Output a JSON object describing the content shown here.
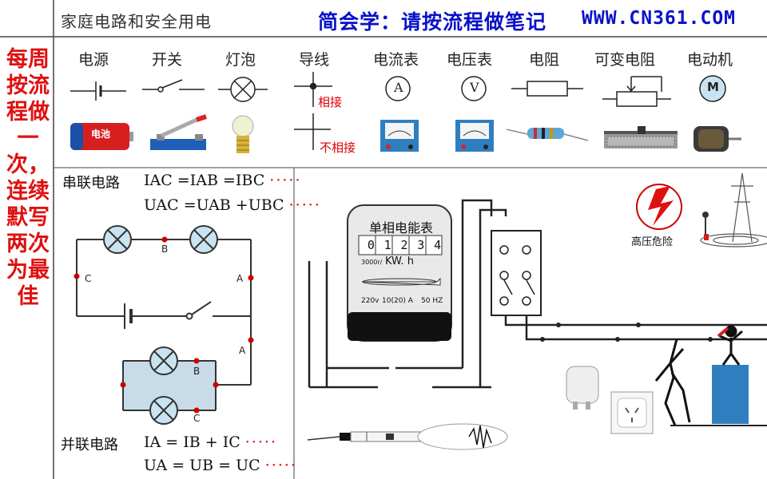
{
  "header": {
    "topic": "家庭电路和安全用电",
    "slogan": "简会学：请按流程做笔记",
    "url": "WWW.CN361.COM"
  },
  "sidebar": {
    "text": "每周按流程做一次，连续默写两次为最佳"
  },
  "symbols": [
    {
      "label": "电源"
    },
    {
      "label": "开关"
    },
    {
      "label": "灯泡"
    },
    {
      "label": "导线"
    },
    {
      "label": "电流表",
      "glyph": "A"
    },
    {
      "label": "电压表",
      "glyph": "V"
    },
    {
      "label": "电阻"
    },
    {
      "label": "可变电阻"
    },
    {
      "label": "电动机",
      "glyph": "M"
    }
  ],
  "wire_notes": {
    "connected": "相接",
    "not_connected": "不相接"
  },
  "battery_label": "电池",
  "series": {
    "title": "串联电路",
    "line1": "IAC =IAB =IBC",
    "line2": "UAC =UAB +UBC",
    "dots": "·····",
    "pt_b": "B",
    "pt_c": "C",
    "pt_a": "A"
  },
  "parallel": {
    "title": "并联电路",
    "line1": "IA = IB + IC",
    "line2": "UA = UB = UC",
    "dots": "·····",
    "pt_a": "A",
    "pt_b": "B",
    "pt_c": "C"
  },
  "meter": {
    "title": "单相电能表",
    "digits": [
      "0",
      "1",
      "2",
      "3",
      "4"
    ],
    "unit_prefix": "3000r/",
    "unit": "KW. h",
    "spec_v": "220v",
    "spec_a": "10(20) A",
    "spec_hz": "50 HZ"
  },
  "warning": {
    "label": "高压危险"
  },
  "colors": {
    "accent_blue": "#0a12c8",
    "accent_red": "#e01010",
    "lamp_fill": "#c9e4f0",
    "parallel_fill": "#c7dbe8",
    "box_blue": "#2f7fc0"
  }
}
